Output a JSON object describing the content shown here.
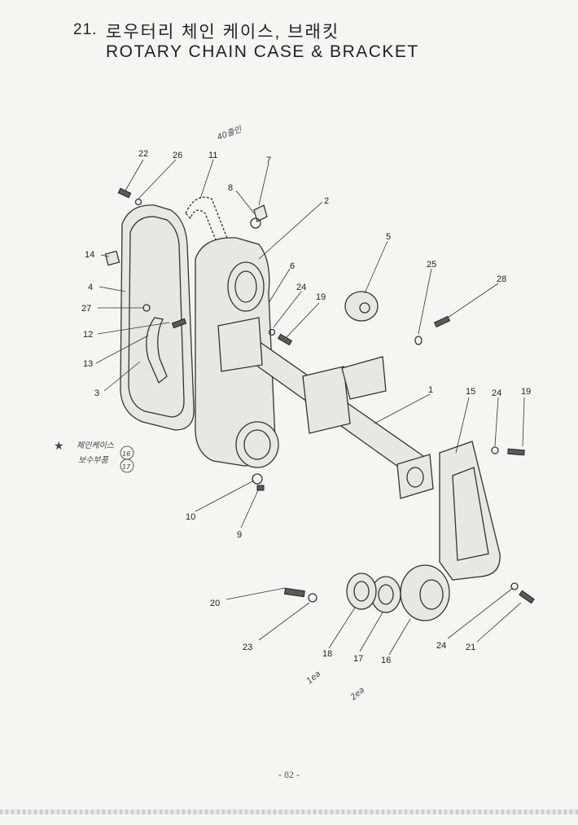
{
  "header": {
    "number": "21.",
    "title_ko": "로우터리 체인 케이스, 브래킷",
    "title_en": "ROTARY CHAIN CASE & BRACKET"
  },
  "footer": {
    "page": "- 82 -"
  },
  "handwritten": {
    "top_note": "40줄인",
    "star": "★",
    "side_note_line1": "체인케이스",
    "side_note_line2": "보수부품",
    "circled_1": "16",
    "circled_2": "17",
    "note_1": "1ea",
    "note_2": "2ea"
  },
  "callouts": [
    {
      "id": "1",
      "label": "1"
    },
    {
      "id": "2",
      "label": "2"
    },
    {
      "id": "3",
      "label": "3"
    },
    {
      "id": "4",
      "label": "4"
    },
    {
      "id": "5",
      "label": "5"
    },
    {
      "id": "6",
      "label": "6"
    },
    {
      "id": "7",
      "label": "7"
    },
    {
      "id": "8",
      "label": "8"
    },
    {
      "id": "9",
      "label": "9"
    },
    {
      "id": "10",
      "label": "10"
    },
    {
      "id": "11",
      "label": "11"
    },
    {
      "id": "12",
      "label": "12"
    },
    {
      "id": "13",
      "label": "13"
    },
    {
      "id": "14",
      "label": "14"
    },
    {
      "id": "15",
      "label": "15"
    },
    {
      "id": "16",
      "label": "16"
    },
    {
      "id": "17",
      "label": "17"
    },
    {
      "id": "18",
      "label": "18"
    },
    {
      "id": "19a",
      "label": "19"
    },
    {
      "id": "19b",
      "label": "19"
    },
    {
      "id": "20",
      "label": "20"
    },
    {
      "id": "21",
      "label": "21"
    },
    {
      "id": "22",
      "label": "22"
    },
    {
      "id": "23",
      "label": "23"
    },
    {
      "id": "24a",
      "label": "24"
    },
    {
      "id": "24b",
      "label": "24"
    },
    {
      "id": "24c",
      "label": "24"
    },
    {
      "id": "25",
      "label": "25"
    },
    {
      "id": "26",
      "label": "26"
    },
    {
      "id": "27",
      "label": "27"
    },
    {
      "id": "28",
      "label": "28"
    }
  ]
}
